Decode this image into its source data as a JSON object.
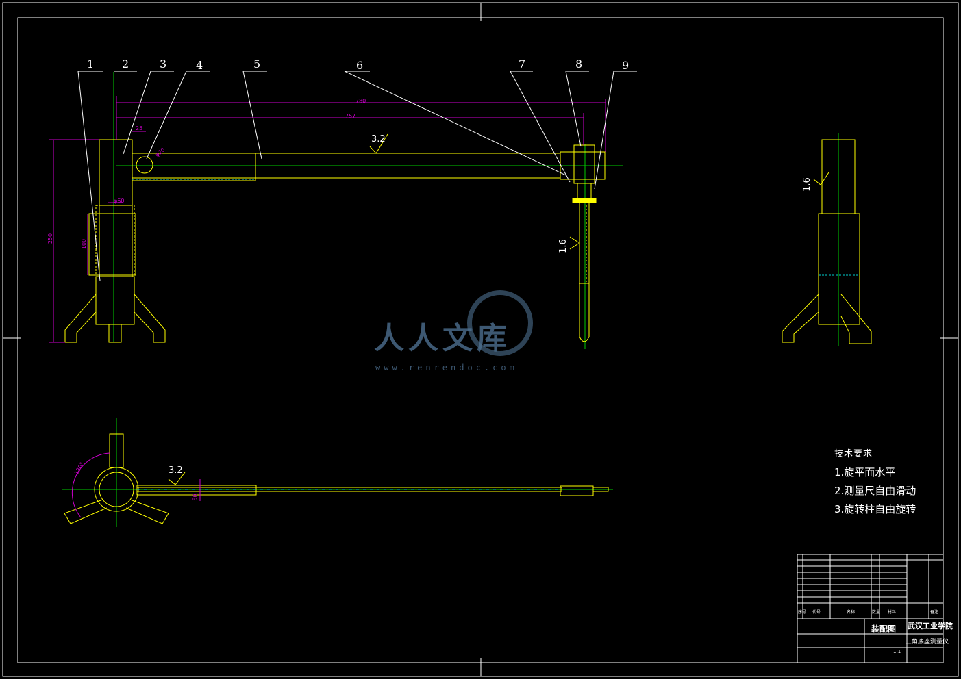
{
  "part_numbers": [
    "1",
    "2",
    "3",
    "4",
    "5",
    "6",
    "7",
    "8",
    "9"
  ],
  "dimensions": {
    "overall_780": "780",
    "span_757": "757",
    "offset_25": "25",
    "phi_20": "φ20",
    "phi_60": "φ60",
    "height_250": "250",
    "sleeve_100": "100",
    "angle_120": "120°",
    "width_50": "50"
  },
  "roughness": {
    "arm_top": "3.2",
    "ruler": "1.6",
    "side_post": "1.6",
    "plan_arm": "3.2"
  },
  "tech_requirements": {
    "title": "技术要求",
    "items": [
      "1.旋平面水平",
      "2.测量尺自由滑动",
      "3.旋转柱自由旋转"
    ]
  },
  "title_block": {
    "school": "武汉工业学院",
    "drawing_name": "装配图",
    "product": "三角底座测量仪",
    "scale": "1:1",
    "headers": [
      "序号",
      "代号",
      "名称",
      "数量",
      "材料",
      "备注"
    ]
  },
  "watermark": {
    "text": "人人文库",
    "url": "www.renrendoc.com"
  },
  "colors": {
    "outline": "#ffff00",
    "centerline": "#00cc00",
    "dimension": "#cc00cc",
    "leader": "#ffffff",
    "hidden": "#00cccc",
    "frame": "#ffffff"
  }
}
